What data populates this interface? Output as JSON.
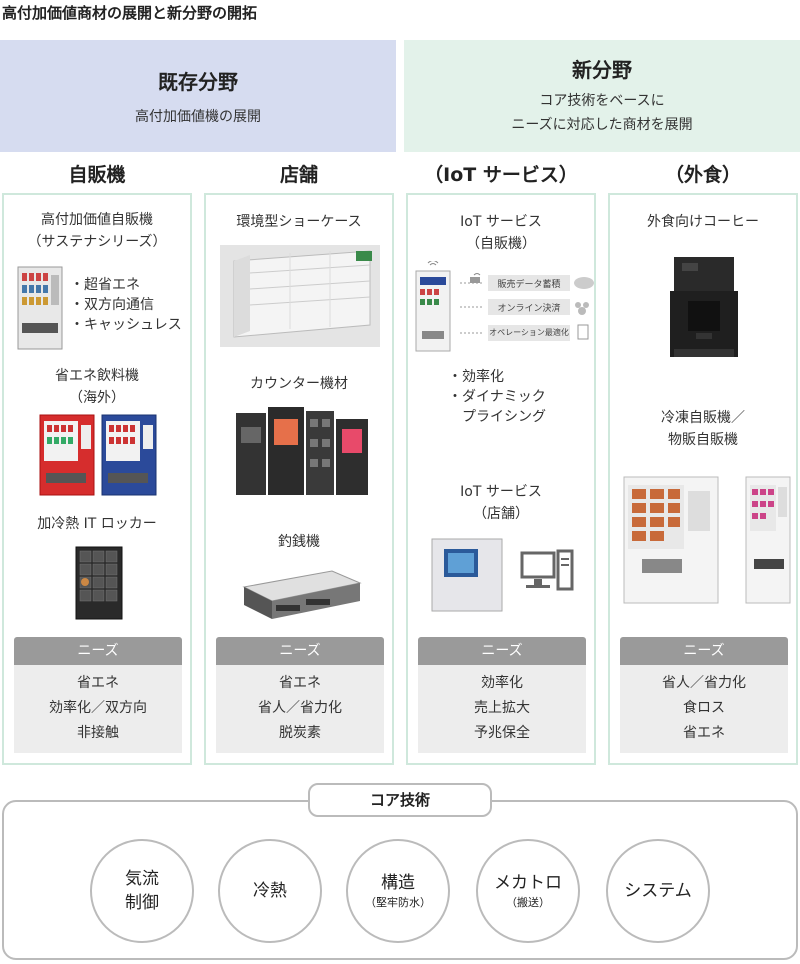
{
  "title": "高付加価値商材の展開と新分野の開拓",
  "bands": {
    "existing": {
      "title": "既存分野",
      "subtitle": "高付加価値機の展開"
    },
    "new": {
      "title": "新分野",
      "subtitle_line1": "コア技術をベースに",
      "subtitle_line2": "ニーズに対応した商材を展開"
    }
  },
  "columns": [
    {
      "head": "自販機",
      "items": [
        {
          "label_line1": "高付加価値自販機",
          "label_line2": "（サステナシリーズ）"
        },
        {
          "label_line1": "省エネ飲料機",
          "label_line2": "（海外）"
        },
        {
          "label_line1": "加冷熱 IT ロッカー"
        }
      ],
      "bullets": [
        "・超省エネ",
        "・双方向通信",
        "・キャッシュレス"
      ],
      "needs_label": "ニーズ",
      "needs": [
        "省エネ",
        "効率化／双方向",
        "非接触"
      ]
    },
    {
      "head": "店舗",
      "items": [
        {
          "label_line1": "環境型ショーケース"
        },
        {
          "label_line1": "カウンター機材"
        },
        {
          "label_line1": "釣銭機"
        }
      ],
      "needs_label": "ニーズ",
      "needs": [
        "省エネ",
        "省人／省力化",
        "脱炭素"
      ]
    },
    {
      "head": "（IoT サービス）",
      "items": [
        {
          "label_line1": "IoT サービス",
          "label_line2": "（自販機）"
        },
        {
          "label_line1": "IoT サービス",
          "label_line2": "（店舗）"
        }
      ],
      "iot_tags": [
        "販売データ蓄積",
        "オンライン決済",
        "オペレーション最適化"
      ],
      "bullets": [
        "・効率化",
        "・ダイナミック",
        "　プライシング"
      ],
      "needs_label": "ニーズ",
      "needs": [
        "効率化",
        "売上拡大",
        "予兆保全"
      ]
    },
    {
      "head": "（外食）",
      "items": [
        {
          "label_line1": "外食向けコーヒー"
        },
        {
          "label_line1": "冷凍自販機／",
          "label_line2": "物販自販機"
        }
      ],
      "needs_label": "ニーズ",
      "needs": [
        "省人／省力化",
        "食ロス",
        "省エネ"
      ]
    }
  ],
  "core": {
    "title": "コア技術",
    "technologies": [
      {
        "line1": "気流",
        "line2": "制御"
      },
      {
        "line1": "冷熱"
      },
      {
        "line1": "構造",
        "sub": "（堅牢防水）"
      },
      {
        "line1": "メカトロ",
        "sub": "（搬送）"
      },
      {
        "line1": "システム"
      }
    ]
  },
  "colors": {
    "existing_band": "#d6dcf0",
    "new_band": "#e3f2ea",
    "column_border": "#cfe8dc",
    "needs_header": "#9a9a9a",
    "needs_body": "#ededed"
  }
}
